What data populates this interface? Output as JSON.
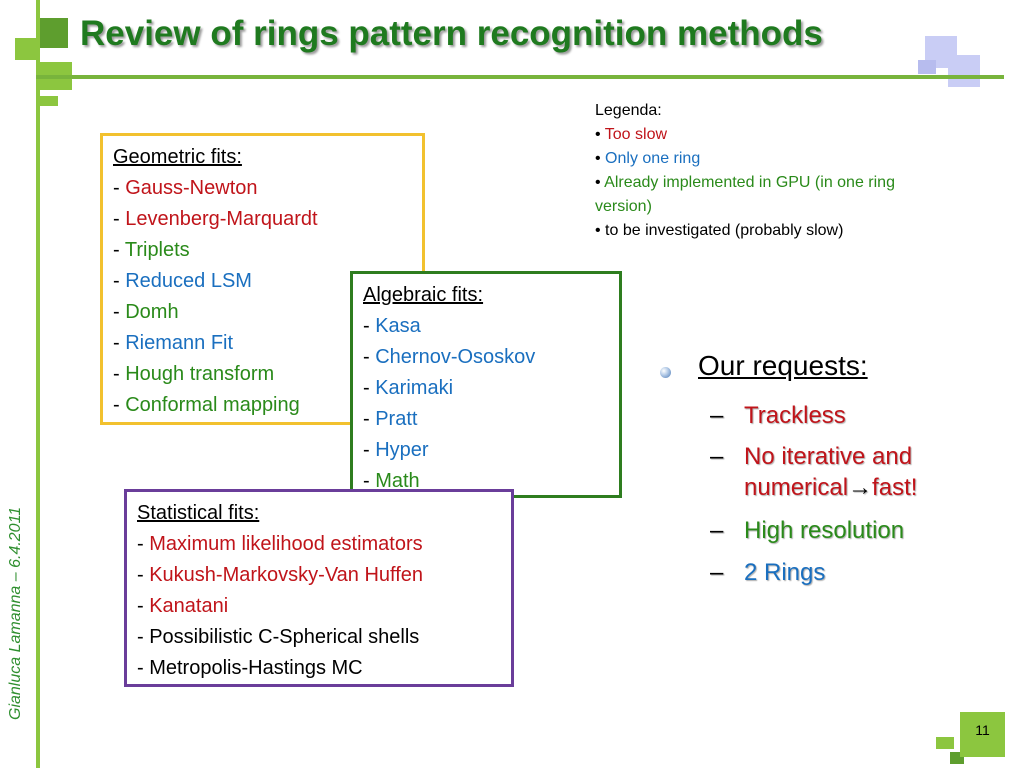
{
  "slide": {
    "title": "Review of rings pattern recognition methods",
    "author": "Gianluca Lamanna – 6.4.2011",
    "page_number": "11"
  },
  "geometric": {
    "header": "Geometric fits:",
    "items": [
      {
        "text": "Gauss-Newton",
        "color": "red"
      },
      {
        "text": "Levenberg-Marquardt",
        "color": "red"
      },
      {
        "text": "Triplets",
        "color": "green"
      },
      {
        "text": "Reduced LSM",
        "color": "blue"
      },
      {
        "text": "Domh",
        "color": "green"
      },
      {
        "text": "Riemann Fit",
        "color": "blue"
      },
      {
        "text": "Hough transform",
        "color": "green"
      },
      {
        "text": "Conformal mapping",
        "color": "green"
      }
    ]
  },
  "algebraic": {
    "header": "Algebraic fits:",
    "items": [
      {
        "text": "Kasa",
        "color": "blue"
      },
      {
        "text": "Chernov-Ososkov",
        "color": "blue"
      },
      {
        "text": "Karimaki",
        "color": "blue"
      },
      {
        "text": "Pratt",
        "color": "blue"
      },
      {
        "text": "Hyper",
        "color": "blue"
      },
      {
        "text": "Math",
        "color": "green"
      }
    ]
  },
  "statistical": {
    "header": "Statistical fits:",
    "items": [
      {
        "text": "Maximum likelihood estimators",
        "color": "red"
      },
      {
        "text": "Kukush-Markovsky-Van Huffen",
        "color": "red"
      },
      {
        "text": "Kanatani",
        "color": "red"
      },
      {
        "text": "Possibilistic C-Spherical shells",
        "color": "black"
      },
      {
        "text": "Metropolis-Hastings MC",
        "color": "black"
      }
    ]
  },
  "legend": {
    "title": "Legenda:",
    "too_slow": "Too slow",
    "only_one_ring": "Only one ring",
    "gpu_line1": "Already implemented in GPU (in one ring",
    "gpu_line2": "version)",
    "investigate": "to be investigated (probably slow)"
  },
  "requests": {
    "header": "Our requests:",
    "trackless": "Trackless",
    "no_iterative_1": "No iterative and",
    "no_iterative_2": "numerical",
    "arrow": "→",
    "fast": "fast!",
    "high_resolution": "High resolution",
    "two_rings": "2 Rings"
  },
  "colors": {
    "red": "#c0141a",
    "green": "#2a8a1a",
    "blue": "#1a6fbf",
    "accent_green": "#8cc63f",
    "title_green": "#1f7a1f"
  }
}
